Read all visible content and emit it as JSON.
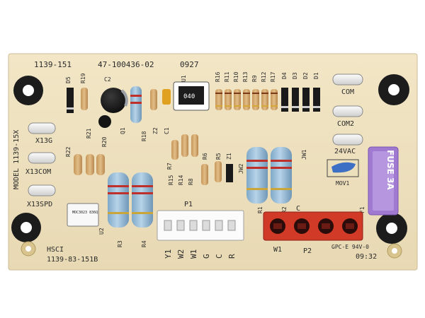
{
  "board": {
    "part_number": "1139-151",
    "serial": "47-100436-02",
    "date_code": "0927",
    "model": "MODEL 1139-15X",
    "brand": "HSCI",
    "rev": "1139-83-151B",
    "rating": "GPC-E 94V-0",
    "lot": "09:32"
  },
  "terminals_left": [
    "X13G",
    "X13COM",
    "X13SPD"
  ],
  "terminals_right": [
    "COM",
    "COM2",
    "24VAC"
  ],
  "fuse": "FUSE 3A",
  "fuse_ref": "F1",
  "mov": "MOV1",
  "ic_marking": "040",
  "opto_marking": "MOC3023 836Q",
  "connector_p1": {
    "ref": "P1",
    "pins": [
      "Y1",
      "W2",
      "W1",
      "G",
      "C",
      "R"
    ]
  },
  "connector_p2": {
    "ref": "P2",
    "pin_label": "W1",
    "pin_label_c": "C"
  },
  "refs": {
    "top_row": [
      "R16",
      "R11",
      "R10",
      "R13",
      "R9",
      "R12",
      "R17",
      "D4",
      "D3",
      "D2",
      "D1"
    ],
    "d5": "D5",
    "r19": "R19",
    "c2": "C2",
    "u1": "U1",
    "q1": "Q1",
    "r18": "R18",
    "z2": "Z2",
    "c1": "C1",
    "r22": "R22",
    "r21": "R21",
    "r20": "R20",
    "r7": "R7",
    "r15": "R15",
    "r14": "R14",
    "r8": "R8",
    "r6": "R6",
    "r5": "R5",
    "z1": "Z1",
    "jw2": "JW2",
    "jw1": "JW1",
    "r1": "R1",
    "r2": "R2",
    "r3": "R3",
    "r4": "R4",
    "u2": "U2"
  },
  "colors": {
    "pcb": "#efe2c0",
    "pcb_edge": "#d8c9a2",
    "resistor_tan": "#d9b27a",
    "resistor_blue": "#9cc0da",
    "fuse": "#a07ad0",
    "p2_housing": "#d23a28"
  }
}
